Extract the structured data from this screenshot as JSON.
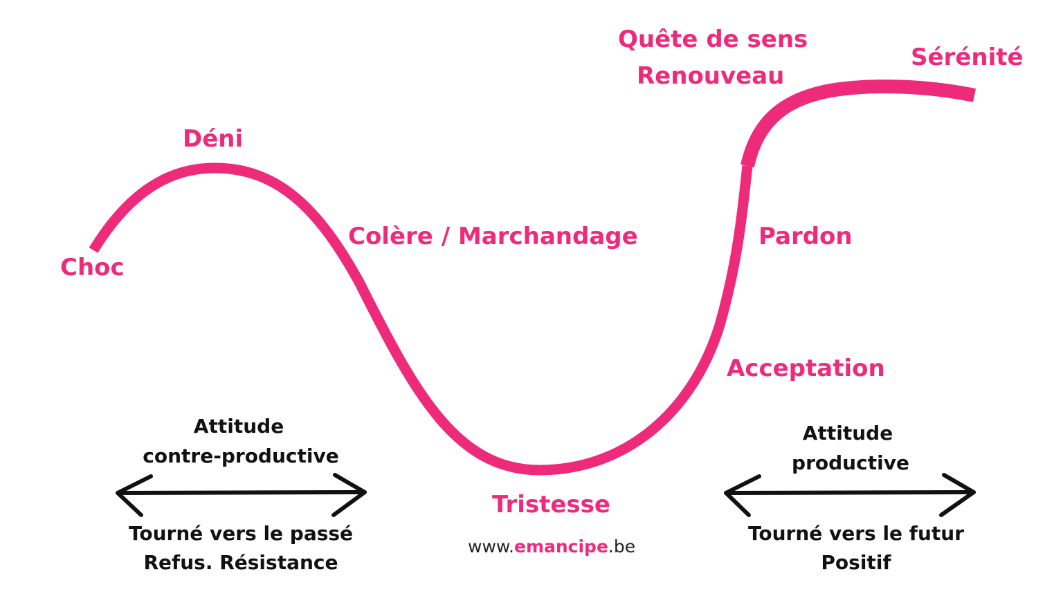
{
  "colors": {
    "accent": "#EE2A7B",
    "text": "#111111"
  },
  "stages": {
    "choc": "Choc",
    "deni": "Déni",
    "colere": "Colère / Marchandage",
    "tristesse": "Tristesse",
    "acceptation": "Acceptation",
    "pardon": "Pardon",
    "quete": "Quête de sens",
    "renouveau": "Renouveau",
    "serenite": "Sérénité"
  },
  "left_attitude": {
    "line1": "Attitude",
    "line2": "contre-productive",
    "below1": "Tourné vers le passé",
    "below2": "Refus. Résistance"
  },
  "right_attitude": {
    "line1": "Attitude",
    "line2": "productive",
    "below1": "Tourné vers le futur",
    "below2": "Positif"
  },
  "website": {
    "prefix": "www.",
    "brand": "emancipe",
    "suffix": ".be"
  }
}
